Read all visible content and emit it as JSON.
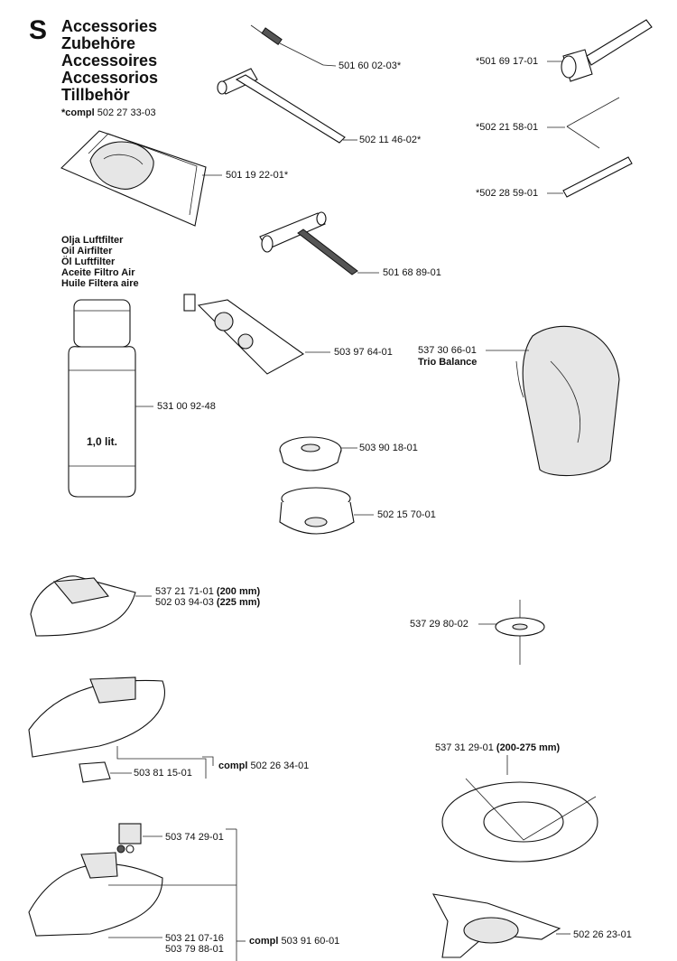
{
  "header": {
    "section_letter": "S",
    "titles": [
      "Accessories",
      "Zubehöre",
      "Accessoires",
      "Accessorios",
      "Tillbehör"
    ],
    "compl_prefix": "*compl",
    "compl_number": "502 27 33-03"
  },
  "oil_titles": [
    "Olja Luftfilter",
    "Oil Airfilter",
    "Öl Luftfilter",
    "Aceite Filtro Air",
    "Huile Filtera aire"
  ],
  "bottle_label": "1,0 lit.",
  "parts": {
    "p1": "501 60 02-03*",
    "p2": "502 11 46-02*",
    "p3": "*501 69 17-01",
    "p4": "*502 21 58-01",
    "p5": "*502 28 59-01",
    "p6": "501 19 22-01*",
    "p7": "501 68 89-01",
    "p8": "503 97 64-01",
    "p9": "537 30 66-01",
    "p9_note": "Trio Balance",
    "p10": "531 00 92-48",
    "p11": "503 90 18-01",
    "p12": "502 15 70-01",
    "p13a": "537 21 71-01",
    "p13a_size": "(200 mm)",
    "p13b": "502 03 94-03",
    "p13b_size": "(225 mm)",
    "p14": "537 29 80-02",
    "p15": "537 31 29-01",
    "p15_size": "(200-275 mm)",
    "p16": "503 81 15-01",
    "p16_compl_prefix": "compl",
    "p16_compl": "502 26 34-01",
    "p17": "503 74 29-01",
    "p18": "503 21 07-16",
    "p19": "503 79 88-01",
    "p18_compl_prefix": "compl",
    "p18_compl": "503 91 60-01",
    "p20": "502 26 23-01"
  }
}
